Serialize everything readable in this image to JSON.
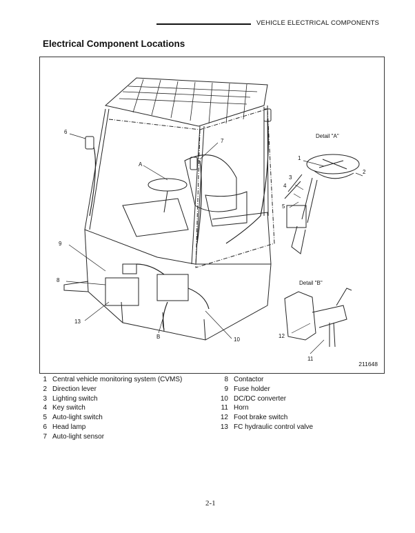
{
  "header": {
    "section_title": "VEHICLE ELECTRICAL COMPONENTS"
  },
  "page_title": "Electrical Component Locations",
  "figure": {
    "id": "211648",
    "detail_a_label": "Detail \"A\"",
    "detail_b_label": "Detail \"B\"",
    "callouts": {
      "c1": "1",
      "c2": "2",
      "c3": "3",
      "c4": "4",
      "c5": "5",
      "c6": "6",
      "c7": "7",
      "c8": "8",
      "c9": "9",
      "c10": "10",
      "c11": "11",
      "c12": "12",
      "c13": "13",
      "a": "A",
      "b": "B"
    }
  },
  "legend": {
    "left": [
      {
        "num": "1",
        "label": "Central vehicle monitoring system (CVMS)"
      },
      {
        "num": "2",
        "label": "Direction lever"
      },
      {
        "num": "3",
        "label": "Lighting switch"
      },
      {
        "num": "4",
        "label": "Key switch"
      },
      {
        "num": "5",
        "label": "Auto-light switch"
      },
      {
        "num": "6",
        "label": "Head lamp"
      },
      {
        "num": "7",
        "label": "Auto-light sensor"
      }
    ],
    "right": [
      {
        "num": "8",
        "label": "Contactor"
      },
      {
        "num": "9",
        "label": "Fuse holder"
      },
      {
        "num": "10",
        "label": "DC/DC converter"
      },
      {
        "num": "11",
        "label": "Horn"
      },
      {
        "num": "12",
        "label": "Foot brake switch"
      },
      {
        "num": "13",
        "label": "FC hydraulic control valve"
      }
    ]
  },
  "page_number": "2-1"
}
